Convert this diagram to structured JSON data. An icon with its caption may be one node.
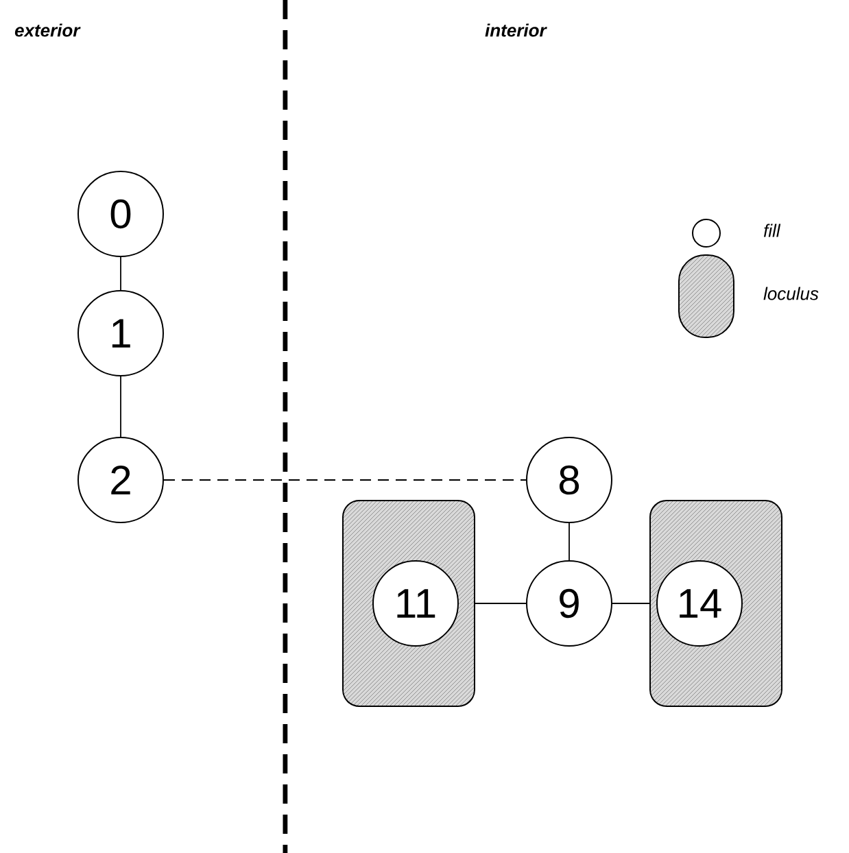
{
  "diagram": {
    "nodes": [
      {
        "text": [
          "0"
        ]
      },
      {
        "text": [
          "1"
        ]
      },
      {
        "text": [
          "2"
        ]
      },
      {
        "text": [
          "8"
        ]
      },
      {
        "text": [],
        "shape": "box"
      },
      {
        "text": [
          "11"
        ],
        "in": 4
      },
      {
        "text": [
          "9"
        ]
      },
      {
        "text": [],
        "shape": "box"
      },
      {
        "text": [
          "14"
        ],
        "in": 7
      }
    ],
    "edges": [
      {
        "from": 0,
        "to": 1,
        "arrow": "none"
      },
      {
        "from": 1,
        "to": 2,
        "arrow": "none"
      },
      {
        "from": 2,
        "to": 3,
        "arrow": "none",
        "style": "dashed"
      },
      {
        "from": 3,
        "to": 6,
        "arrow": "none"
      },
      {
        "from": 4,
        "to": 6,
        "arrow": "none"
      },
      {
        "from": 6,
        "to": 7,
        "arrow": "none"
      }
    ],
    "labels": [
      "exterior",
      "interior"
    ],
    "legend": [
      {
        "text": "fill"
      },
      {
        "text": "loculus"
      }
    ]
  }
}
